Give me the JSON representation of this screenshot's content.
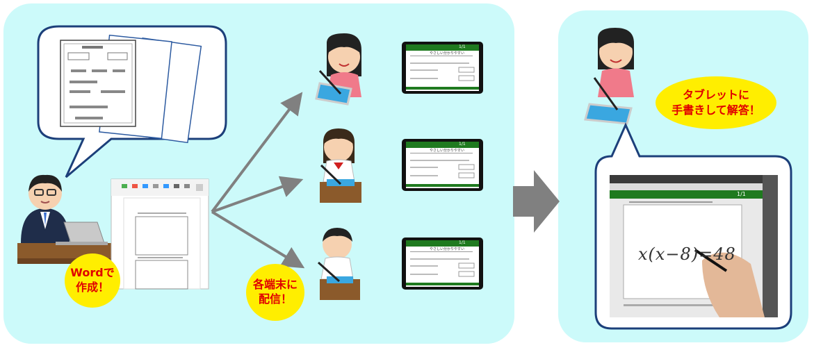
{
  "labels": {
    "word_create": "Wordで\n作成！",
    "distribute": "各端末に\n配信！",
    "tablet_answer": "タブレットに\n手書きして解答！"
  },
  "tablet_screen": {
    "header": "1/1",
    "title": "やさしい分かりやすい"
  },
  "photo": {
    "equation": "x(x−8)=48",
    "page_indicator": "1/1"
  },
  "colors": {
    "panel": "#ccfafa",
    "label_bg": "#ffee00",
    "label_text": "#e00000",
    "arrow": "#808080",
    "tablet_green": "#1f7a1f"
  }
}
